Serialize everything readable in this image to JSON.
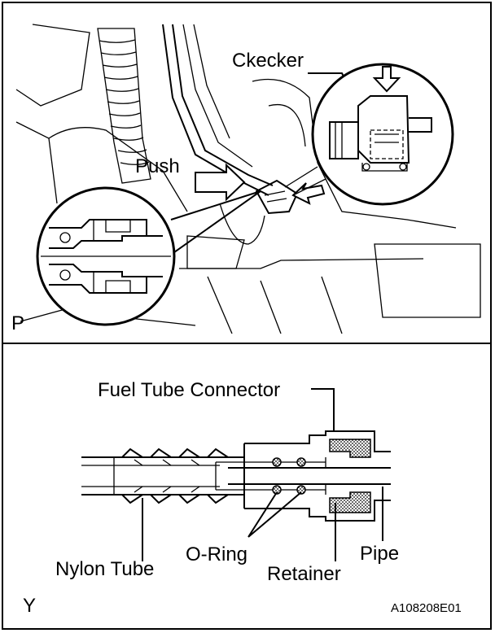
{
  "labels": {
    "checker": "Ckecker",
    "push": "Push",
    "view_top": "P",
    "fuel_tube_connector": "Fuel Tube Connector",
    "o_ring": "O-Ring",
    "nylon_tube": "Nylon Tube",
    "retainer": "Retainer",
    "pipe": "Pipe",
    "view_bottom": "Y",
    "figure_id": "A108208E01"
  }
}
